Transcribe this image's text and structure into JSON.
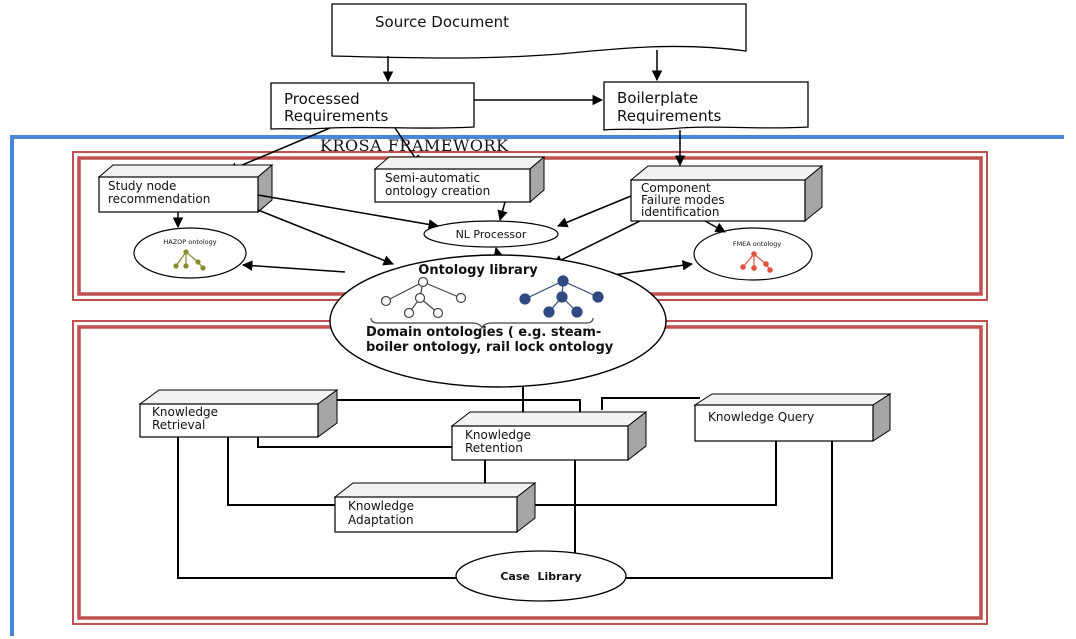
{
  "framework": {
    "title": "KROSA FRAMEWORK",
    "border_color": "#4a86d8",
    "section_color": "#c0504d"
  },
  "inputs": {
    "source_document": "Source Document",
    "processed_requirements": [
      "Processed",
      "Requirements"
    ],
    "boilerplate_requirements": [
      "Boilerplate",
      "Requirements"
    ]
  },
  "top_section": {
    "study_node": [
      "Study node",
      "recommendation"
    ],
    "semi_automatic": [
      "Semi-automatic",
      "ontology creation"
    ],
    "component_failure": [
      "Component",
      "Failure modes",
      "identification"
    ],
    "nl_processor": "NL Processor",
    "hazop_ontology": "HAZOP ontology",
    "fmea_ontology": "FMEA ontology",
    "hazop_tree_color": "#8a8a2e",
    "fmea_tree_color": "#e0533c"
  },
  "ontology_library": {
    "title": "Ontology library",
    "description": [
      "Domain ontologies ( e.g. steam-",
      "boiler ontology, rail lock ontology"
    ],
    "filled_tree_color": "#2f4a80"
  },
  "bottom_section": {
    "knowledge_retrieval": [
      "Knowledge",
      "Retrieval"
    ],
    "knowledge_retention": [
      "Knowledge",
      "Retention"
    ],
    "knowledge_query": "Knowledge Query",
    "knowledge_adaptation": [
      "Knowledge",
      "Adaptation"
    ],
    "case_library": "Case  Library"
  }
}
